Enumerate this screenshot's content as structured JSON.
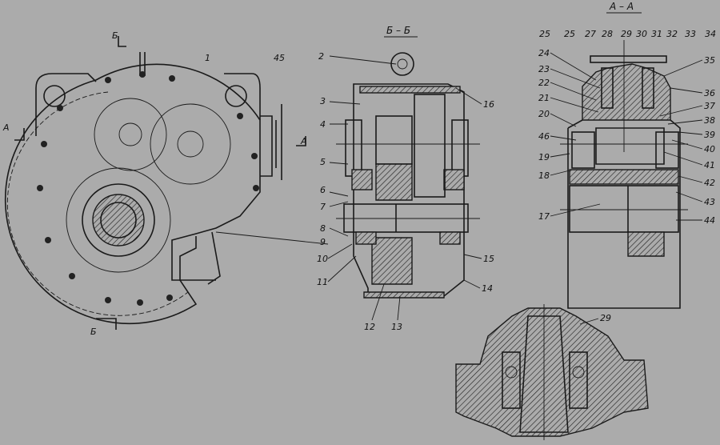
{
  "views": {
    "front": {
      "section_mark_b": "Б",
      "section_mark_a": "А",
      "labels": [
        "1",
        "45"
      ]
    },
    "section_bb": {
      "title": "Б – Б",
      "labels": [
        "2",
        "3",
        "4",
        "5",
        "6",
        "7",
        "8",
        "9",
        "10",
        "11",
        "12",
        "13",
        "14",
        "15",
        "16"
      ]
    },
    "section_aa": {
      "title": "А – А",
      "top_labels": [
        "25",
        "25",
        "27",
        "28",
        "29",
        "30",
        "31",
        "32",
        "33",
        "34"
      ],
      "right_labels": [
        "35",
        "36",
        "37",
        "38",
        "39",
        "40",
        "41",
        "42",
        "43",
        "44"
      ],
      "left_labels": [
        "24",
        "23",
        "22",
        "21",
        "20",
        "46",
        "19",
        "18",
        "17"
      ]
    },
    "detail": {
      "labels": [
        "29"
      ]
    }
  }
}
